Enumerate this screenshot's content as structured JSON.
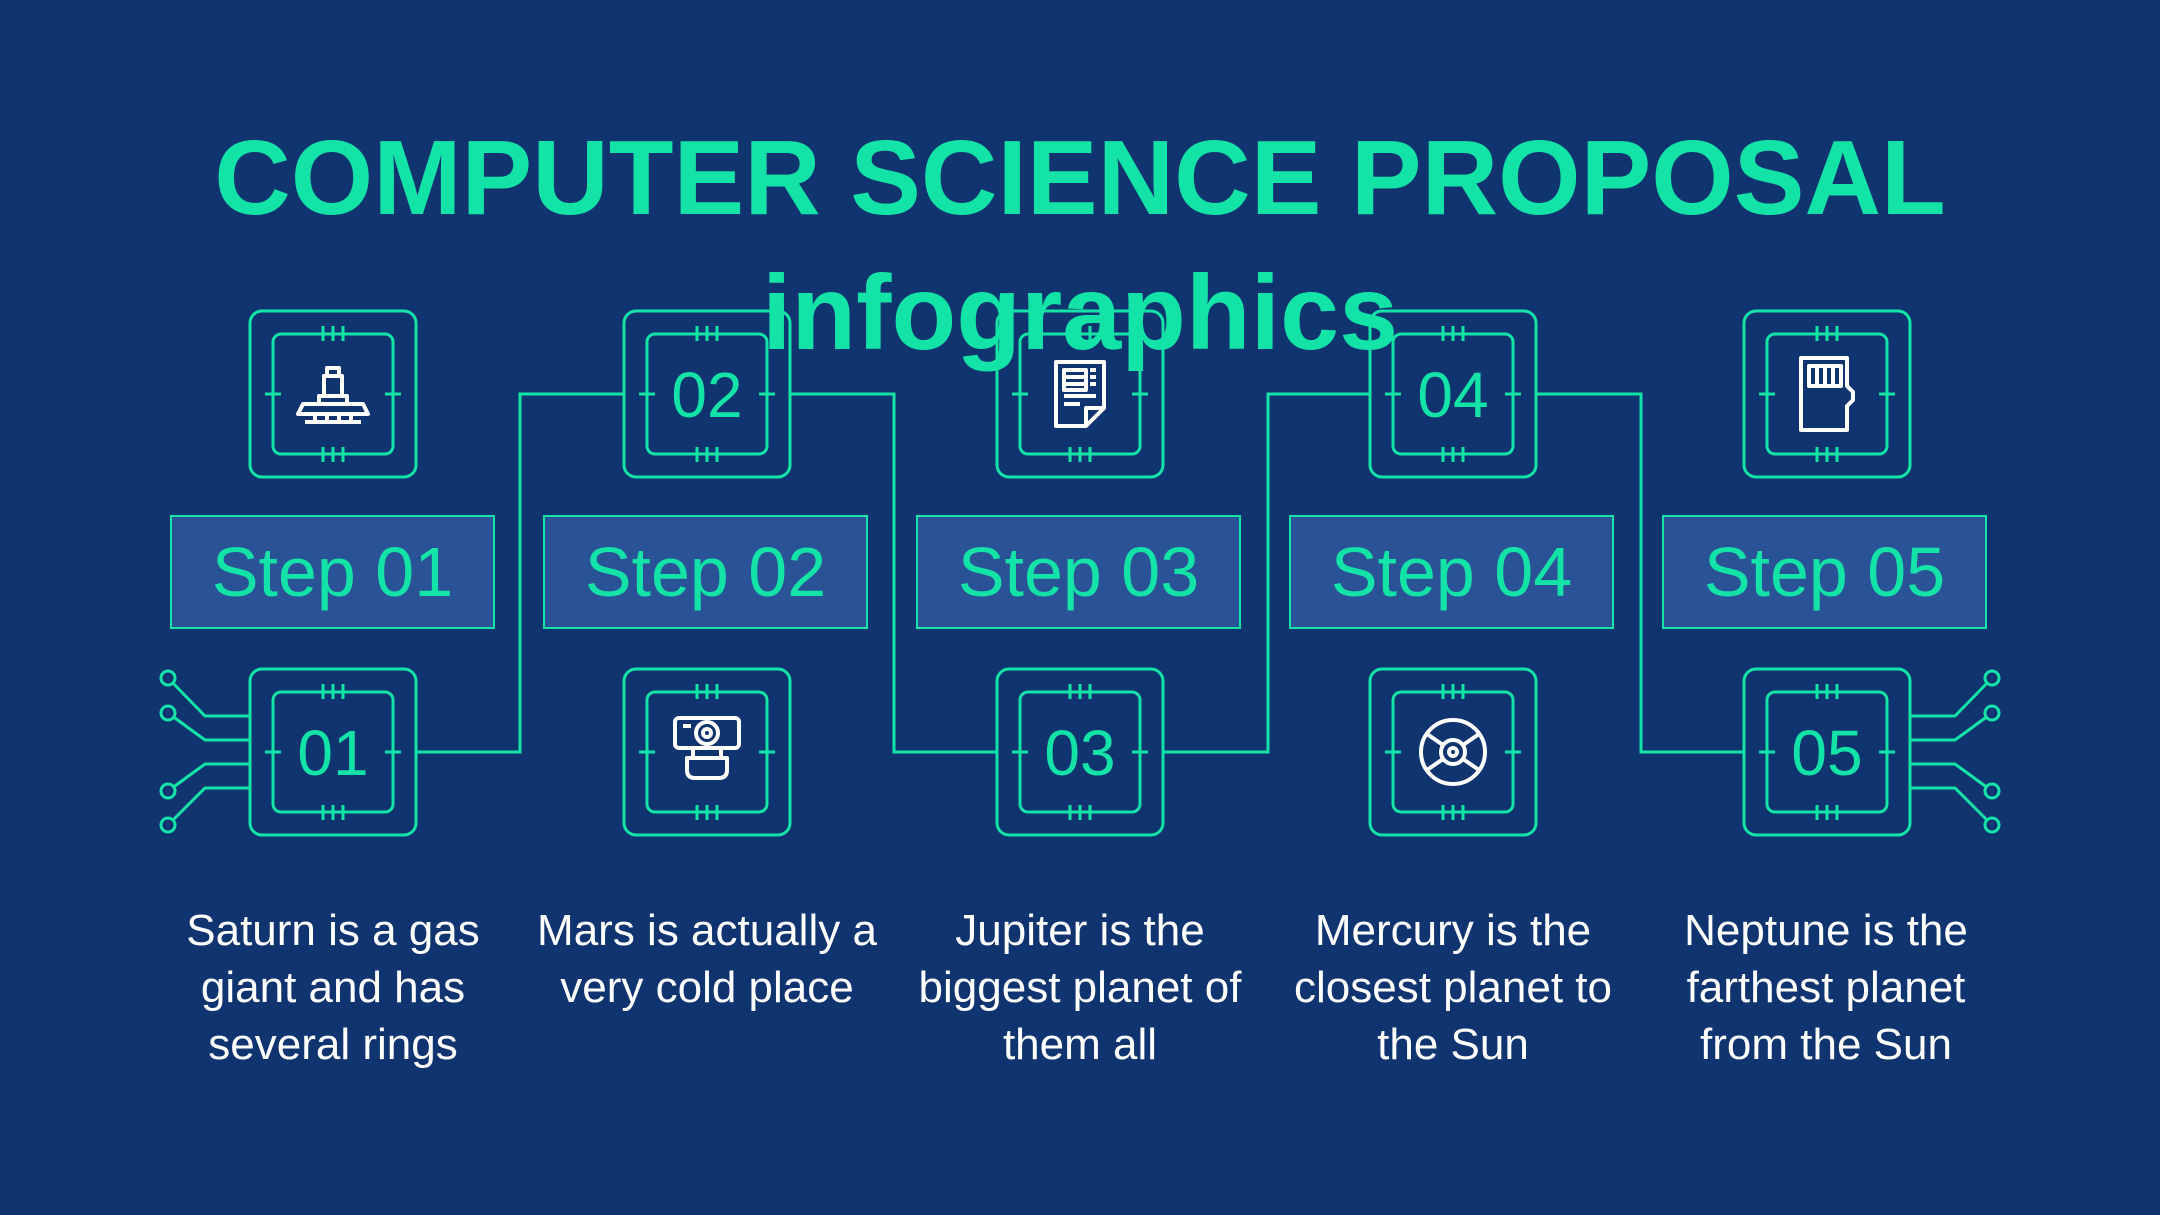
{
  "title": {
    "line1": "COMPUTER SCIENCE PROPOSAL",
    "line2": "infographics"
  },
  "colors": {
    "background": "#10346f",
    "accent": "#14e3a7",
    "step_fill": "#2a5296",
    "text": "#ffffff"
  },
  "steps": [
    {
      "label": "Step 01",
      "number": "01",
      "icon": "joystick-icon",
      "description": "Saturn is a gas giant and has several rings"
    },
    {
      "label": "Step 02",
      "number": "02",
      "icon": "webcam-icon",
      "description": "Mars is actually a very cold place"
    },
    {
      "label": "Step 03",
      "number": "03",
      "icon": "document-icon",
      "description": "Jupiter is the biggest planet of them all"
    },
    {
      "label": "Step 04",
      "number": "04",
      "icon": "disc-icon",
      "description": "Mercury is the closest planet to the Sun"
    },
    {
      "label": "Step 05",
      "number": "05",
      "icon": "memory-card-icon",
      "description": "Neptune is the farthest planet from the Sun"
    }
  ]
}
